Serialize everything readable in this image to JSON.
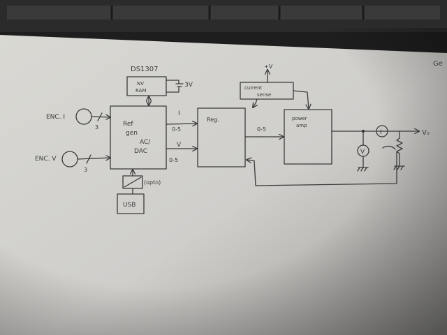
{
  "diagram": {
    "encoder_i_label": "ENC. I",
    "encoder_v_label": "ENC. V",
    "bus_width_i": "3",
    "bus_width_v": "3",
    "rtc_chip_label": "DS1307",
    "nvram_label_line1": "NV",
    "nvram_label_line2": "RAM",
    "battery_label": "3V",
    "ref_gen_line1": "Ref",
    "ref_gen_line2": "gen",
    "ref_gen_line3": "AC/",
    "ref_gen_line4": "DAC",
    "current_channel_label": "I",
    "voltage_channel_label": "V",
    "range_i": "0-5",
    "range_v": "0-5",
    "reg_label": "Reg.",
    "range_reg_out": "0-5",
    "power_amp_line1": "power",
    "power_amp_line2": "amp",
    "current_sense_line1": "current",
    "current_sense_line2": "sense",
    "supply_label": "+V",
    "optoisolator_label": "(opto)",
    "usb_label": "USB",
    "voltmeter_symbol": "V",
    "ammeter_symbol": "I",
    "output_label": "V₀",
    "margin_note": "Ge"
  }
}
